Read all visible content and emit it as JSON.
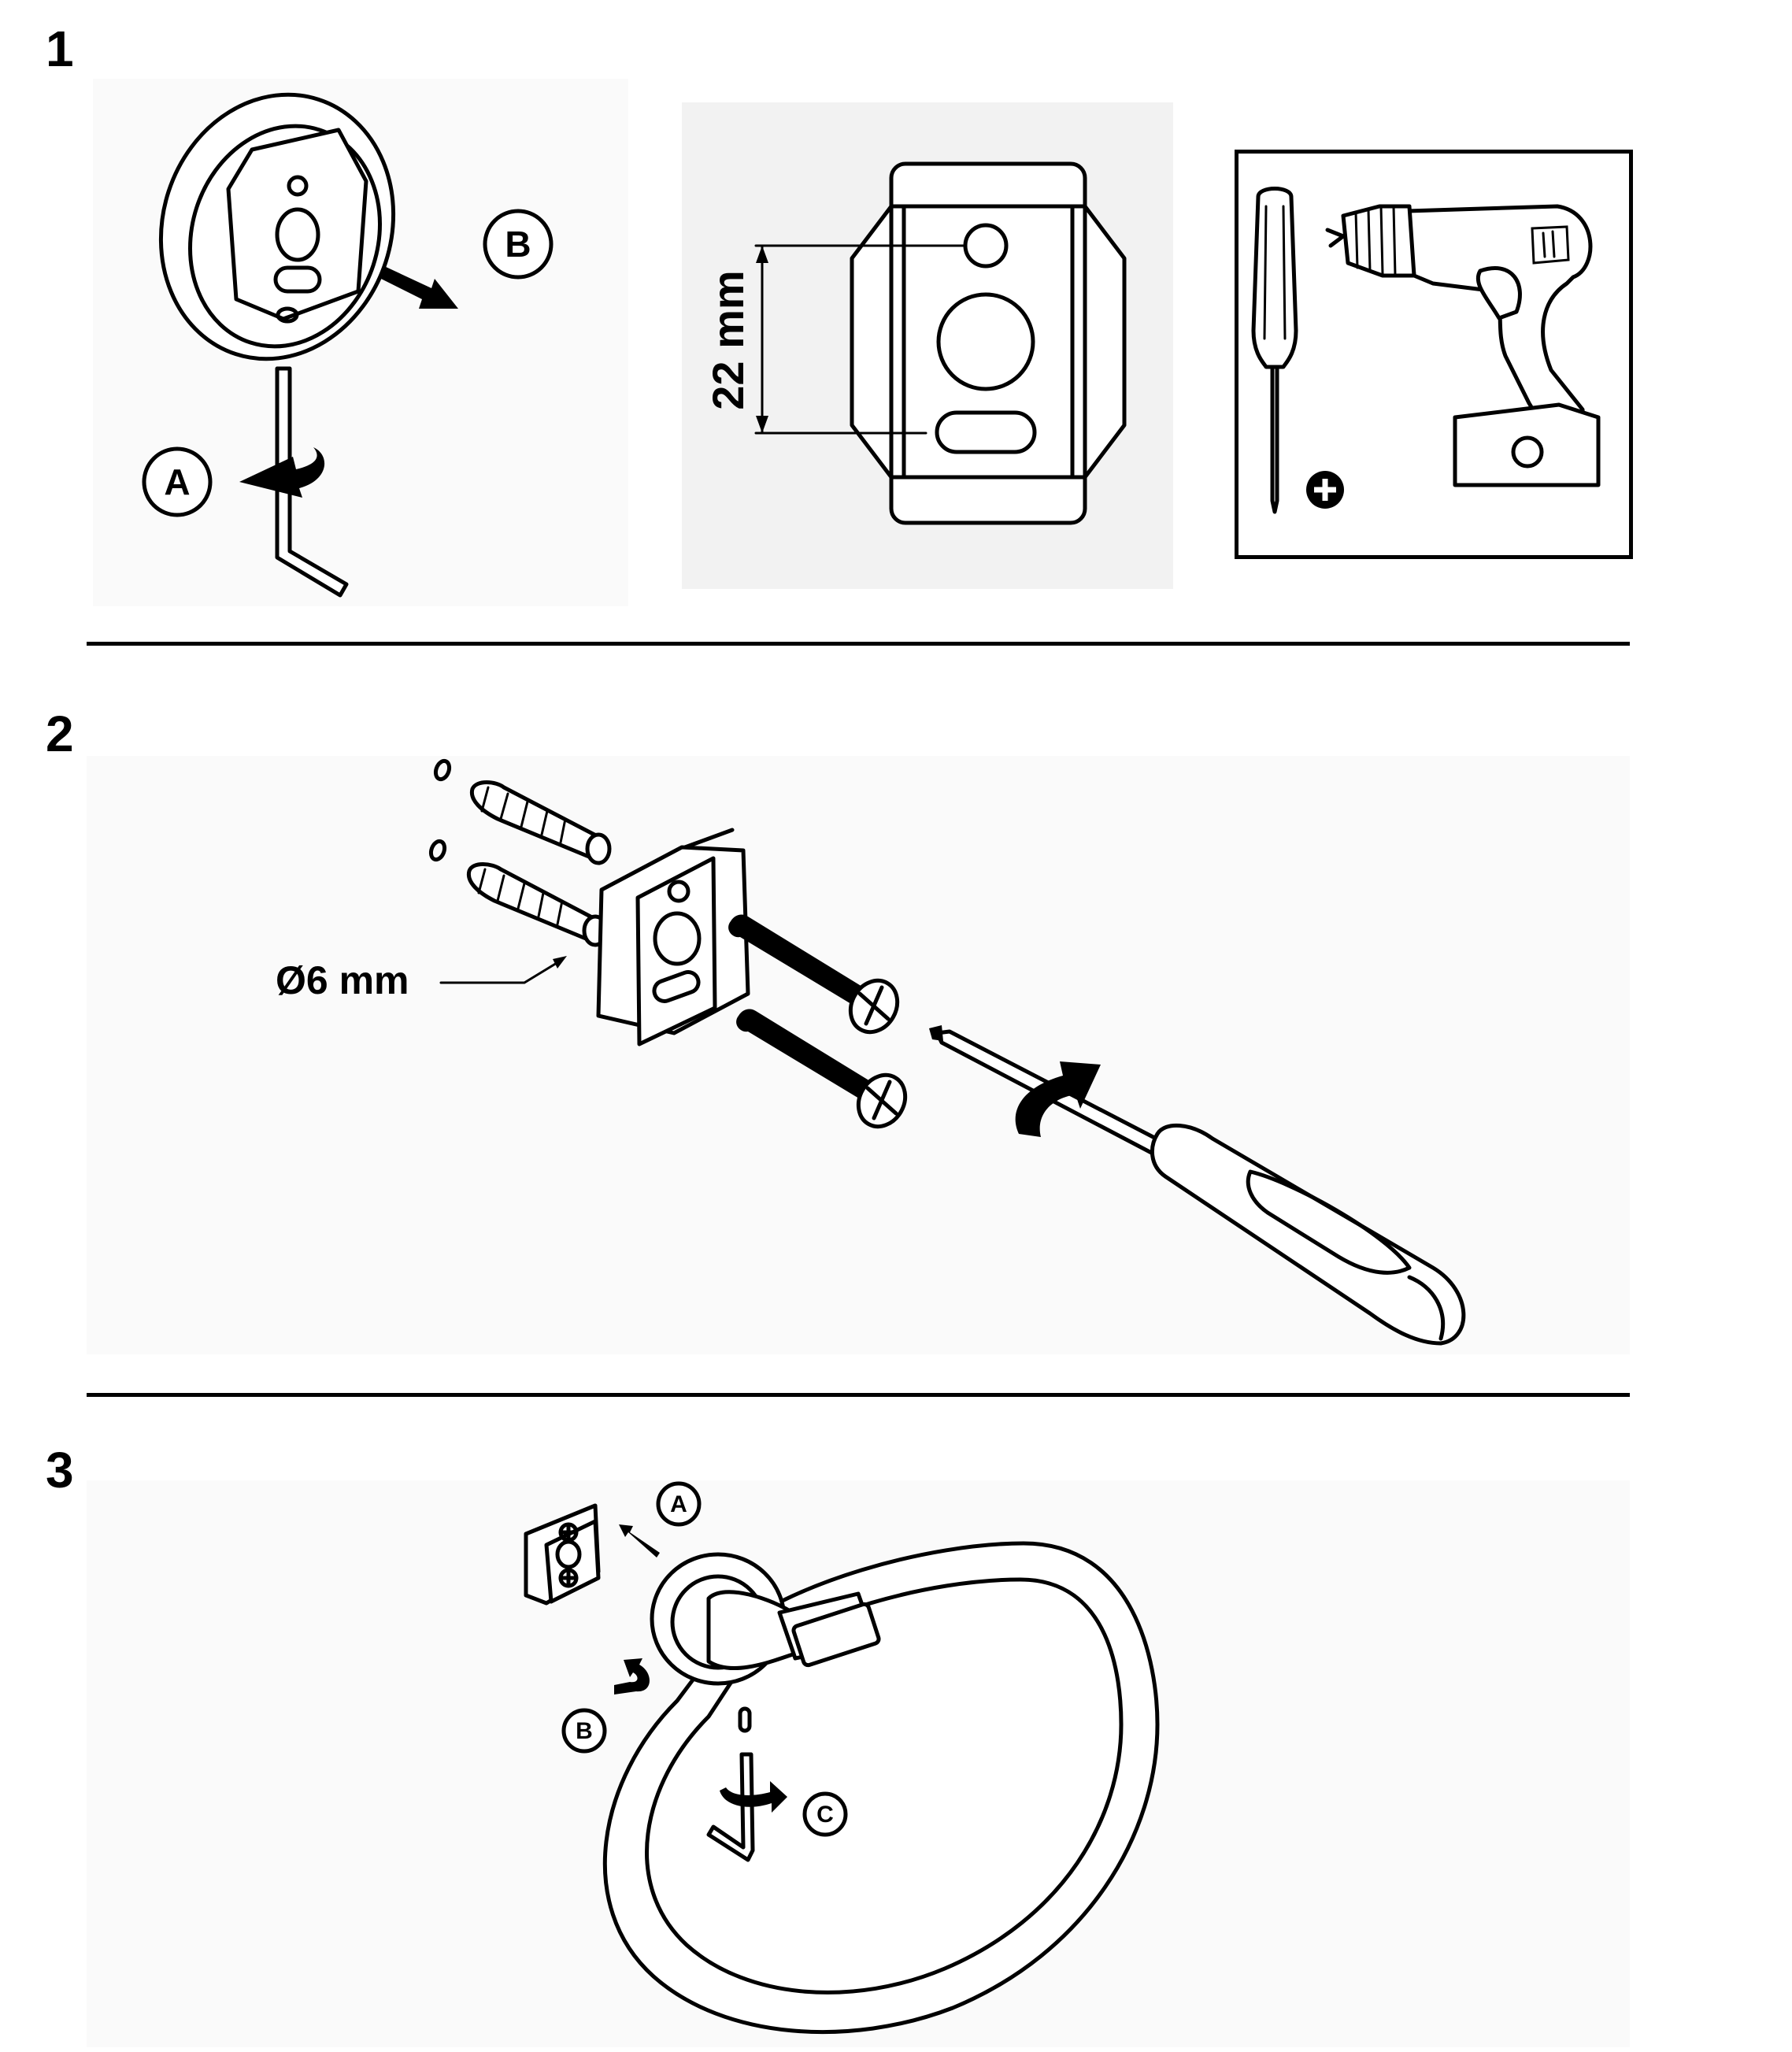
{
  "steps": [
    {
      "number": "1",
      "labels": {
        "a": "A",
        "b": "B"
      },
      "dimension": "22 mm"
    },
    {
      "number": "2",
      "dimension": "Ø6 mm"
    },
    {
      "number": "3",
      "labels": {
        "a": "A",
        "b": "B",
        "c": "C"
      }
    }
  ],
  "icons": [
    "allen-key-icon",
    "screwdriver-icon",
    "drill-icon",
    "plus-icon",
    "rotate-arrow-icon"
  ]
}
